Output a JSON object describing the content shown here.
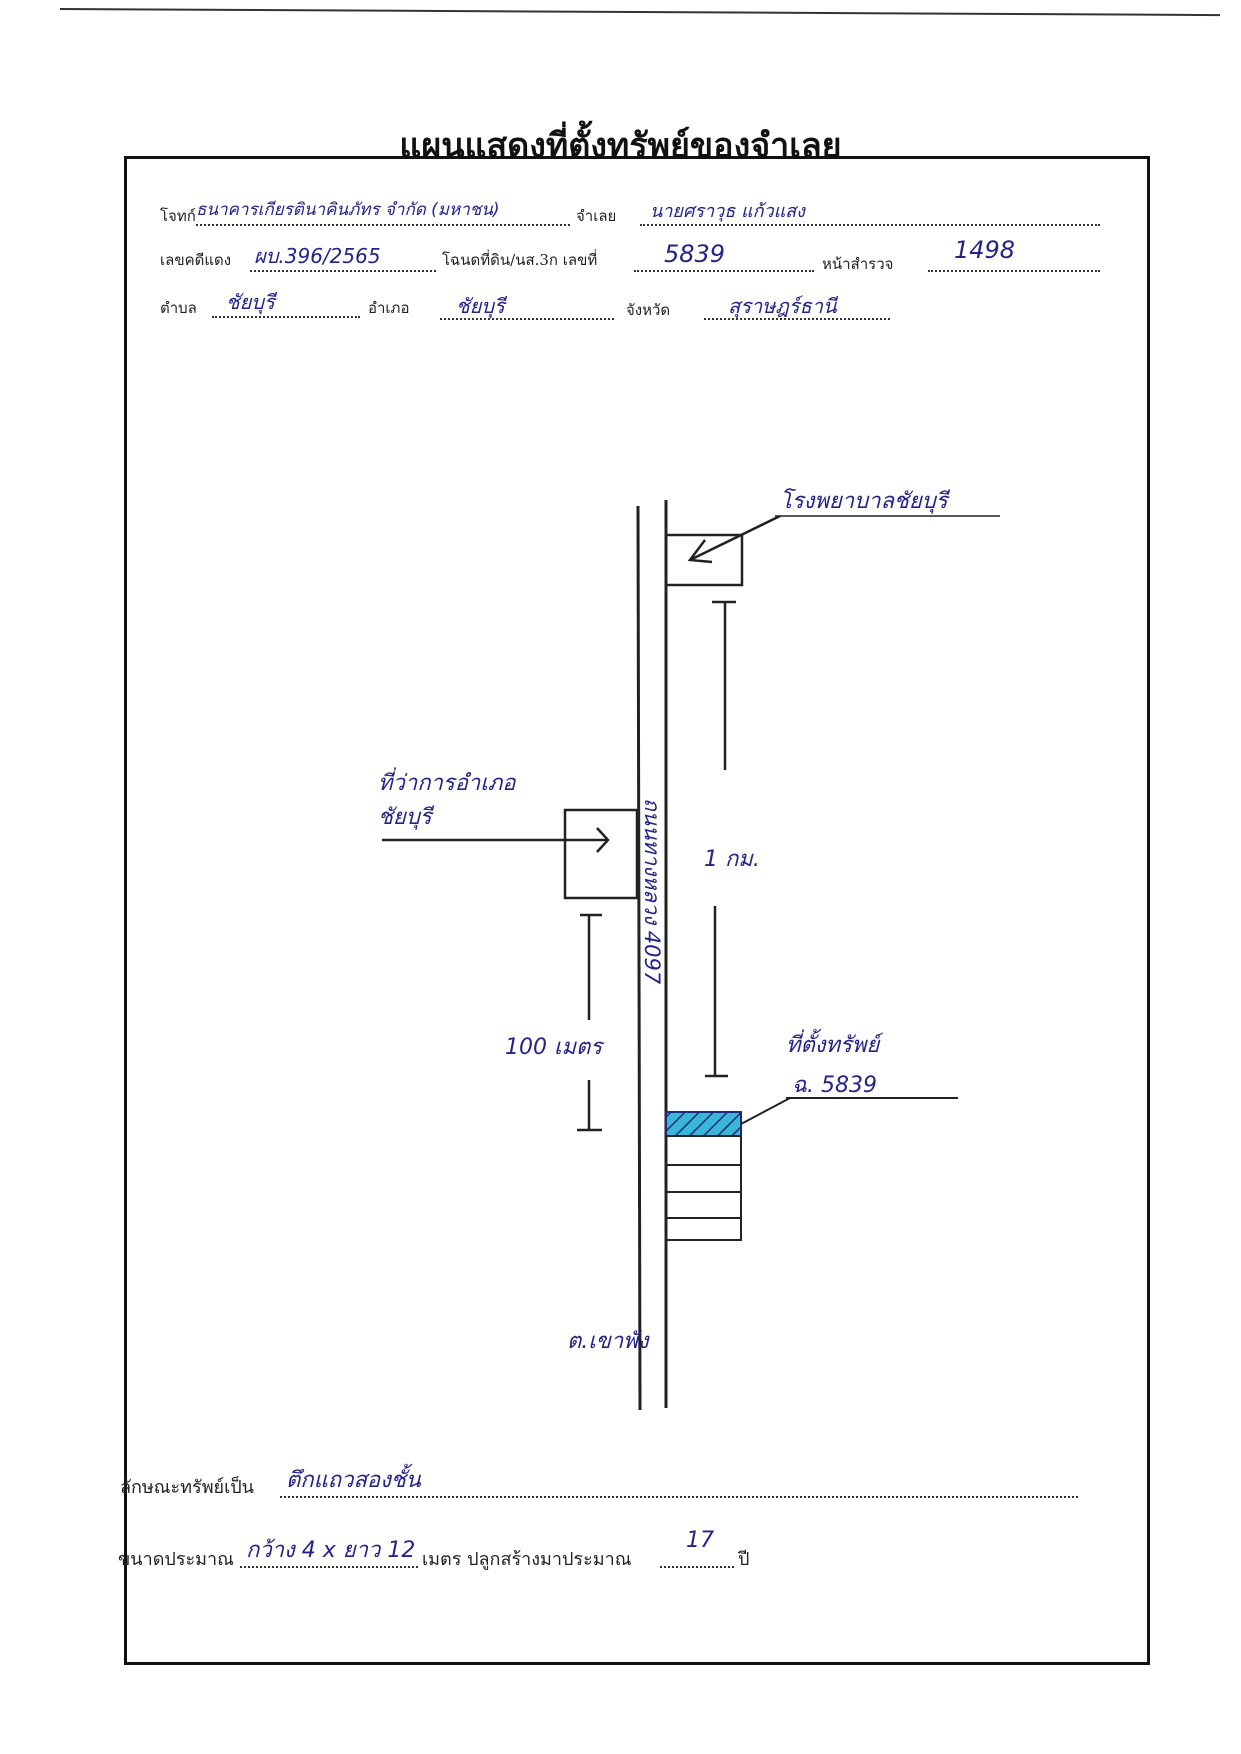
{
  "title": "แผนแสดงที่ตั้งทรัพย์ของจำเลย",
  "header": {
    "plaintiff_label": "โจทก์",
    "plaintiff_value": "ธนาคารเกียรตินาคินภัทร จำกัด (มหาชน)",
    "defendant_label": "จำเลย",
    "defendant_value": "นายศราวุธ แก้วแสง",
    "case_label": "เลขคดีแดง",
    "case_value": "ผบ.396/2565",
    "deed_label": "โฉนดที่ดิน/นส.3ก เลขที่",
    "deed_value": "5839",
    "survey_label": "หน้าสำรวจ",
    "survey_value": "1498",
    "subdistrict_label": "ตำบล",
    "subdistrict_value": "ชัยบุรี",
    "district_label": "อำเภอ",
    "district_value": "ชัยบุรี",
    "province_label": "จังหวัด",
    "province_value": "สุราษฎร์ธานี"
  },
  "map": {
    "hospital": "โรงพยาบาลชัยบุรี",
    "district_office_line1": "ที่ว่าการอำเภอ",
    "district_office_line2": "ชัยบุรี",
    "road": "ถนนทางหลวง 4097",
    "distance_1": "1 กม.",
    "distance_2": "100 เมตร",
    "property_line1": "ที่ตั้งทรัพย์",
    "property_line2": "ฉ. 5839",
    "bottom": "ต.เขาพัง"
  },
  "footer": {
    "type_label": "ลักษณะทรัพย์เป็น",
    "type_value": "ตึกแถวสองชั้น",
    "size_label": "ขนาดประมาณ",
    "size_value": "กว้าง 4 x ยาว 12",
    "meter_label": "เมตร ปลูกสร้างมาประมาณ",
    "years_value": "17",
    "year_label": "ปี"
  }
}
